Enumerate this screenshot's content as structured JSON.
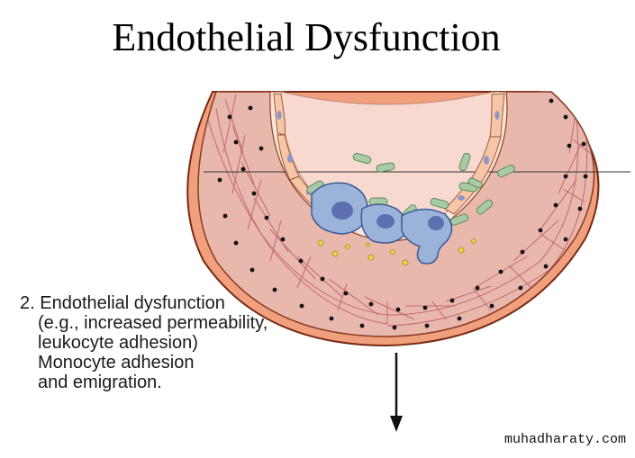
{
  "title": "Endothelial Dysfunction",
  "caption": {
    "lines": [
      "2. Endothelial dysfunction",
      "(e.g., increased permeability,",
      "leukocyte adhesion)",
      "Monocyte adhesion",
      "and emigration."
    ]
  },
  "watermark": "muhadharaty.com",
  "colors": {
    "outer_wall": "#f0a07c",
    "outer_stroke": "#7a2a14",
    "media": "#e9b8ac",
    "intima": "#fbe6dc",
    "lumen": "#f7d9cf",
    "endothelium": "#f7c6a6",
    "bacteria": "#a8cba6",
    "monocyte": "#9bb3d9",
    "nucleus": "#5d6fb0",
    "lipid_dot": "#e8d54a"
  },
  "icons": [
    "arrow-down-icon"
  ]
}
